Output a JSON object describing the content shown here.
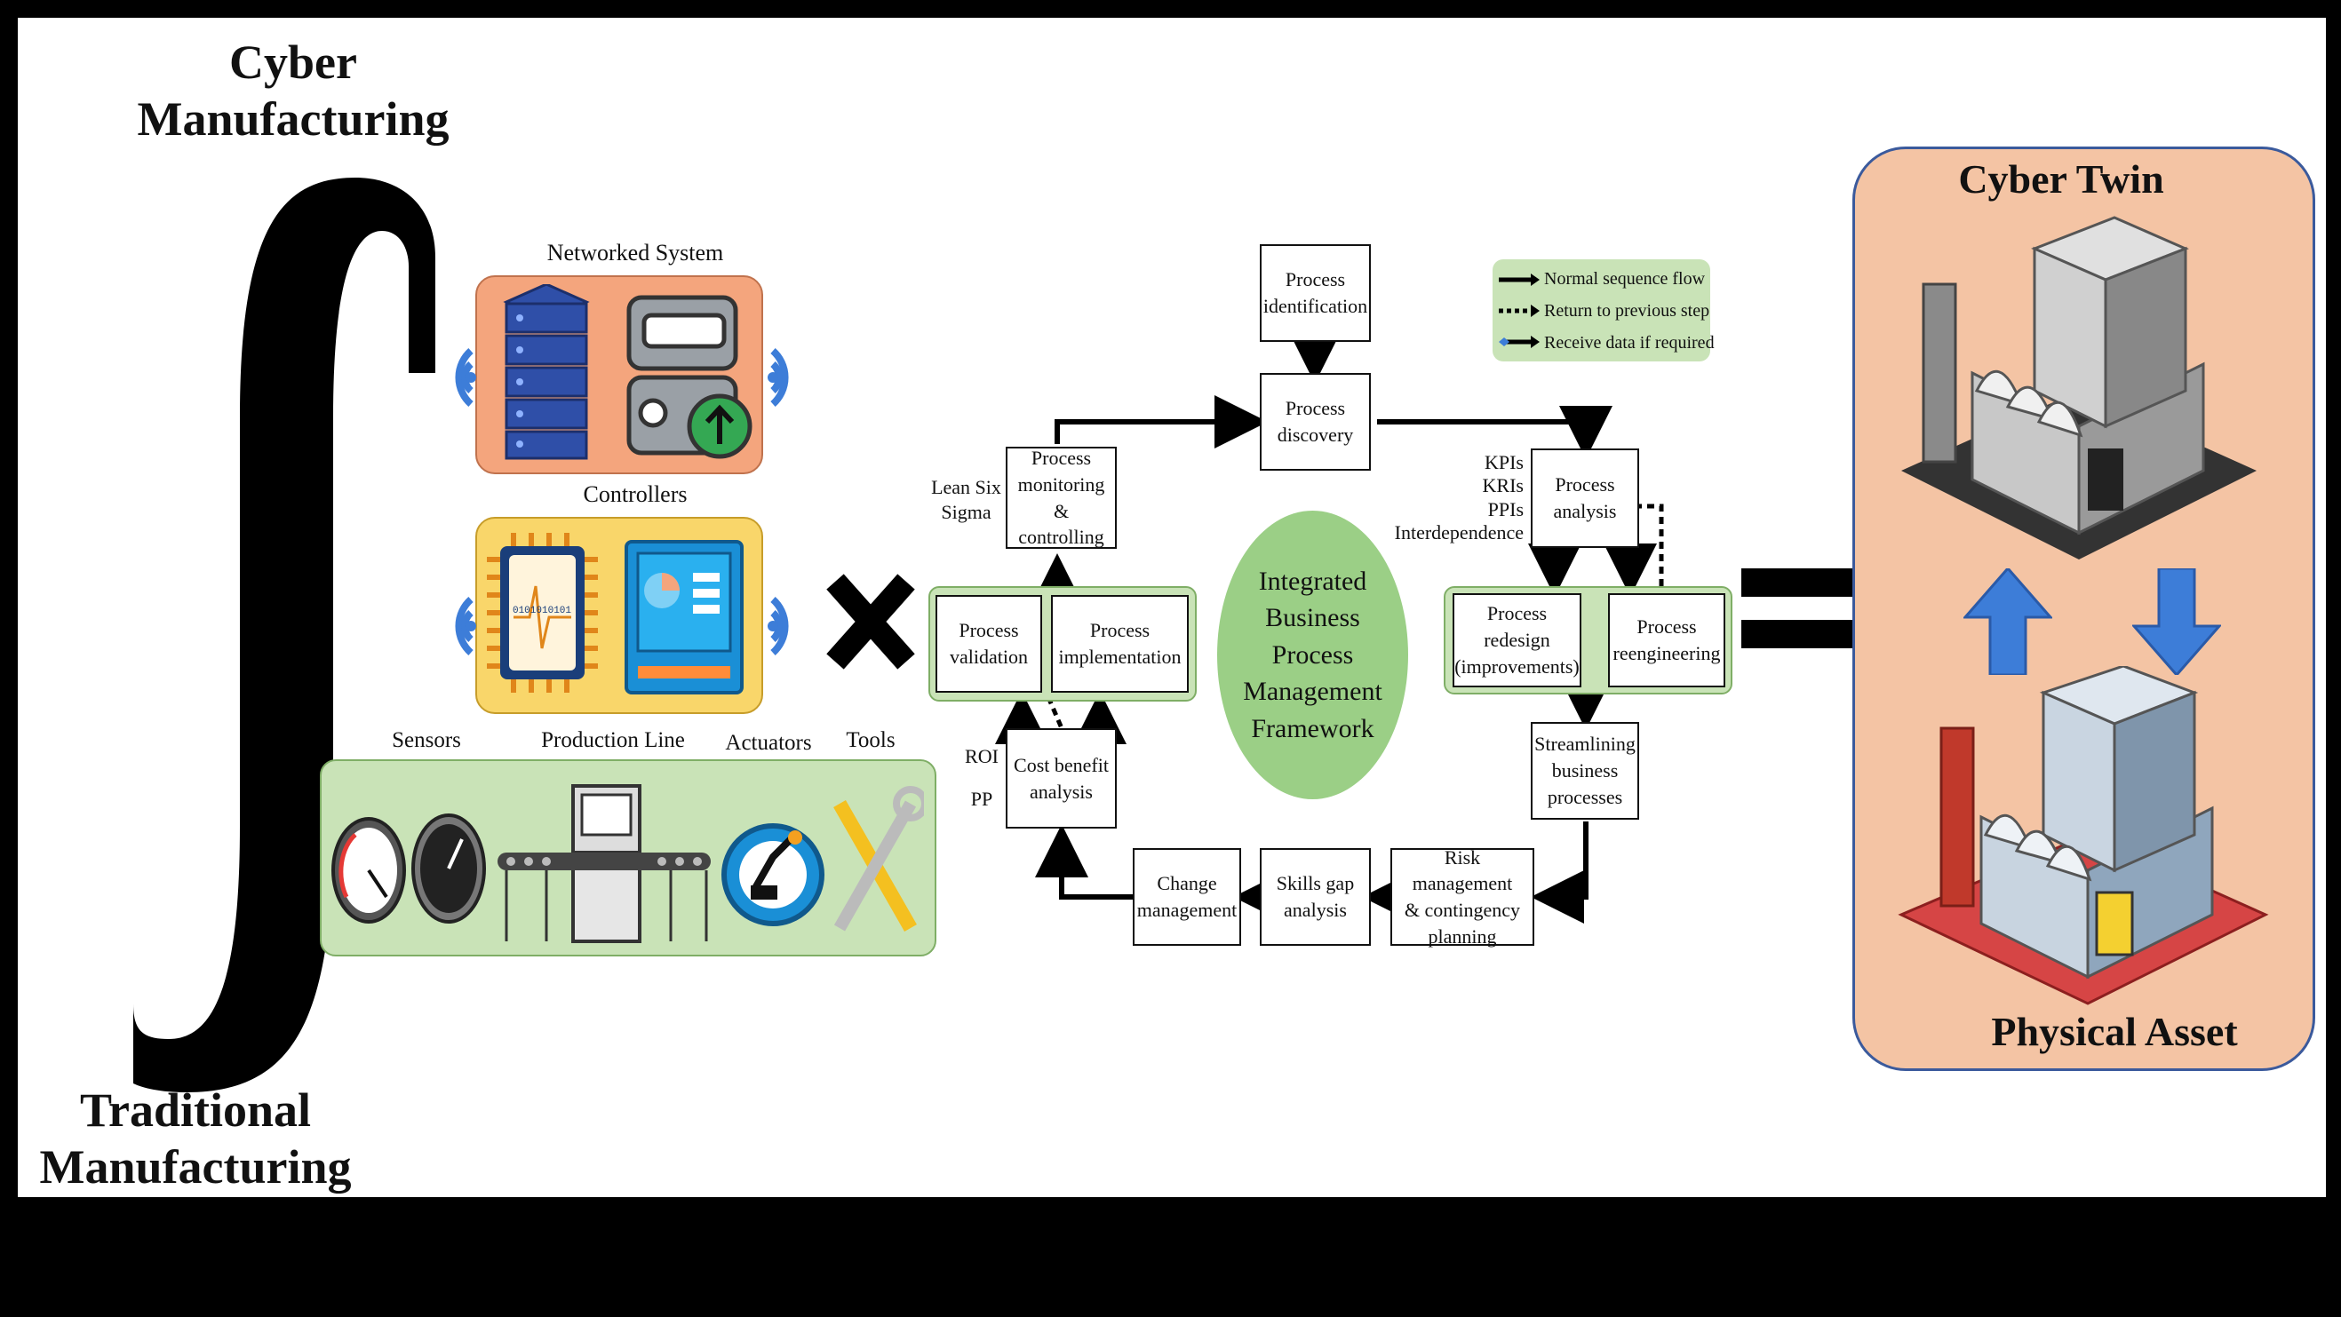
{
  "left_titles": {
    "top": "Cyber\nManufacturing",
    "bottom": "Traditional\nManufacturing"
  },
  "hardware": {
    "networked_system": "Networked System",
    "controllers": "Controllers",
    "sensors": "Sensors",
    "production_line": "Production Line",
    "actuators": "Actuators",
    "tools": "Tools",
    "chip_text": "0101010101"
  },
  "framework": {
    "center": "Integrated\nBusiness\nProcess\nManagement\nFramework",
    "legend": {
      "normal": "Normal sequence flow",
      "return": "Return to previous step",
      "receive": "Receive data if required"
    },
    "boxes": {
      "identification": "Process\nidentification",
      "discovery": "Process\ndiscovery",
      "analysis": "Process\nanalysis",
      "redesign": "Process\nredesign\n(improvements)",
      "reengineering": "Process\nreengineering",
      "streamlining": "Streamlining\nbusiness\nprocesses",
      "risk": "Risk management\n& contingency\nplanning",
      "skills": "Skills gap\nanalysis",
      "change": "Change\nmanagement",
      "cost": "Cost benefit\nanalysis",
      "validation": "Process\nvalidation",
      "implementation": "Process\nimplementation",
      "monitoring": "Process\nmonitoring &\ncontrolling"
    },
    "side_labels": {
      "lean": "Lean Six\nSigma",
      "kpis": "KPIs\nKRIs\nPPIs\nInterdependence",
      "roi": "ROI\n\nPP"
    }
  },
  "twin": {
    "cyber": "Cyber Twin",
    "physical": "Physical Asset"
  },
  "colors": {
    "green_group": "#c9e3b7",
    "orange_panel": "#f4c4a4",
    "yellow_panel": "#f9d66a",
    "ellipse": "#9bcf86",
    "arrow_blue": "#3d7dd8"
  }
}
